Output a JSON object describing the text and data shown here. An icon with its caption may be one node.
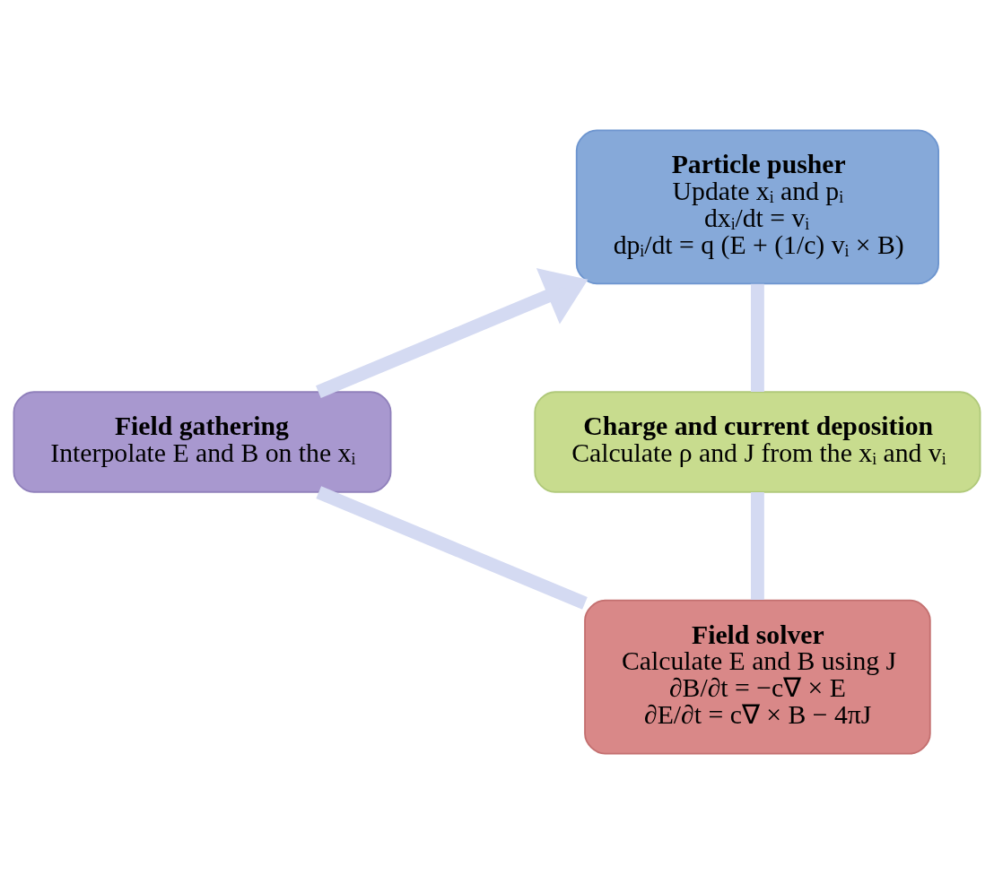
{
  "diagram": {
    "nodes": [
      {
        "text": [
          "Particle pusher",
          "Update xᵢ and pᵢ",
          "dxᵢ/dt = vᵢ",
          "dpᵢ/dt = q (E + (1/c) vᵢ × B)"
        ]
      },
      {
        "text": [
          "Charge and current deposition",
          "Calculate ρ and J from the xᵢ and vᵢ"
        ]
      },
      {
        "text": [
          "Field solver",
          "Calculate E and B using J",
          "∂B/∂t = −c∇ × E",
          "∂E/∂t = c∇ × B − 4πJ"
        ]
      },
      {
        "text": [
          "Field gathering",
          "Interpolate E and B on the xᵢ"
        ]
      }
    ],
    "edges": [
      {
        "from": 0,
        "to": 1,
        "arrow": "none"
      },
      {
        "from": 1,
        "to": 2,
        "arrow": "none"
      },
      {
        "from": 2,
        "to": 3,
        "arrow": "none"
      },
      {
        "from": 3,
        "to": 0,
        "arrow": "to"
      }
    ]
  }
}
